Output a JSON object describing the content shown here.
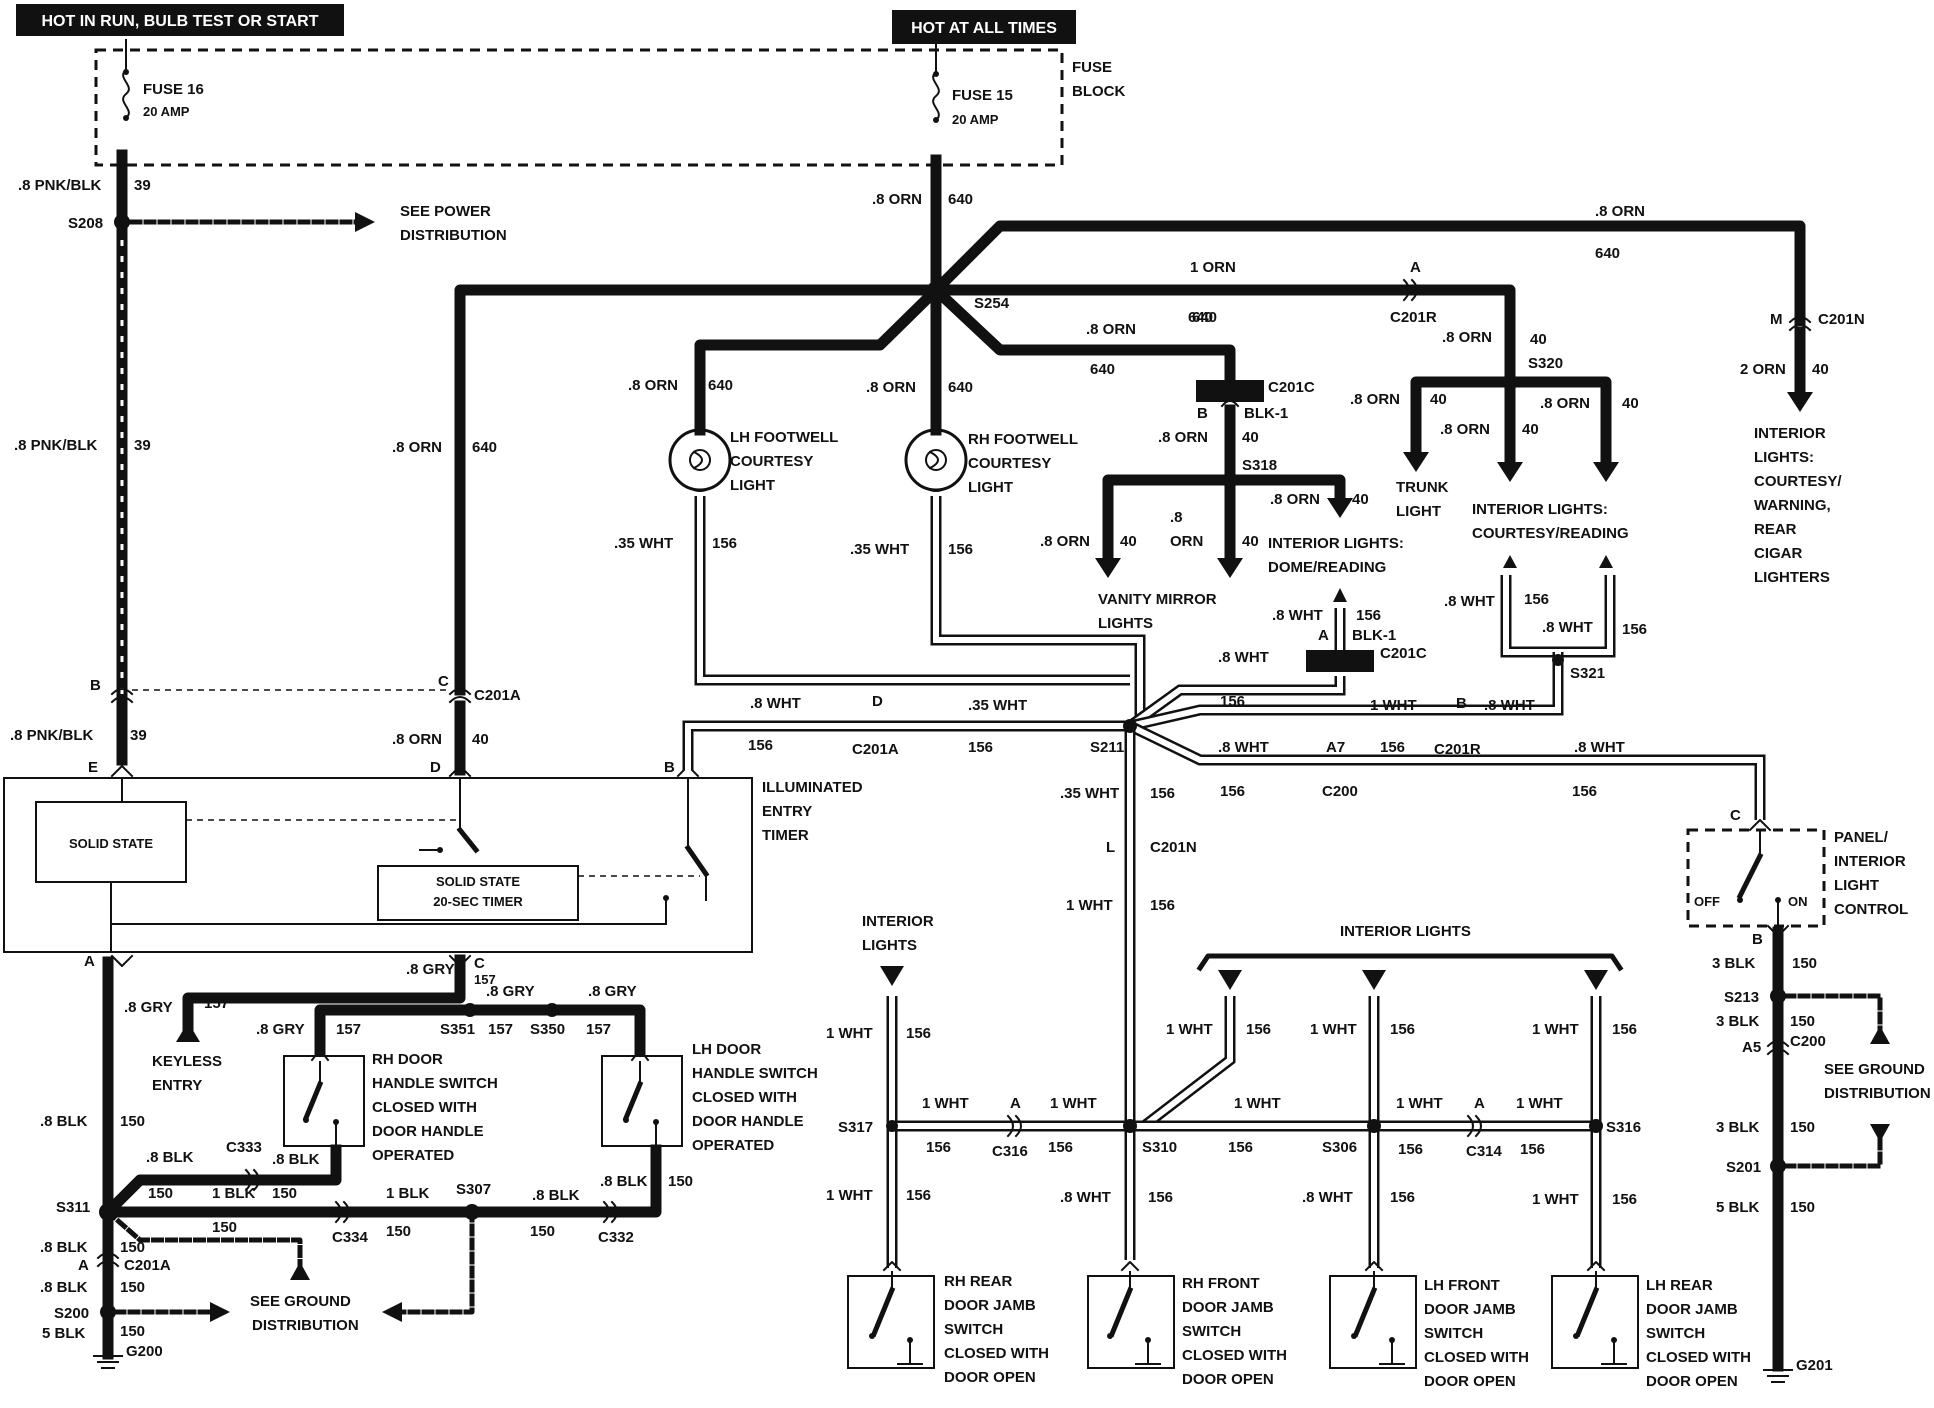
{
  "banners": {
    "left": "HOT IN RUN, BULB TEST OR START",
    "right": "HOT AT ALL TIMES"
  },
  "fuse_block": {
    "label_line1": "FUSE",
    "label_line2": "BLOCK",
    "fuse16_name": "FUSE 16",
    "fuse16_rating": "20 AMP",
    "fuse15_name": "FUSE 15",
    "fuse15_rating": "20 AMP"
  },
  "wires": {
    "pnk_blk": ".8 PNK/BLK",
    "c39": "39",
    "orn_08": ".8 ORN",
    "orn_1": "1 ORN",
    "orn_2": "2 ORN",
    "c640": "640",
    "c40": "40",
    "wht_035": ".35 WHT",
    "wht_08": ".8 WHT",
    "wht_1": "1 WHT",
    "c156": "156",
    "gry_08": ".8 GRY",
    "c157": "157",
    "blk_08": ".8 BLK",
    "blk_1": "1 BLK",
    "blk_3": "3 BLK",
    "blk_5": "5 BLK",
    "c150": "150",
    "orn_stack_a": ".8",
    "orn_stack_b": "ORN",
    "blk1": "BLK-1"
  },
  "splices": {
    "s208": "S208",
    "s254": "S254",
    "s318": "S318",
    "s320": "S320",
    "s211": "S211",
    "s321": "S321",
    "s351": "S351",
    "s350": "S350",
    "s311": "S311",
    "s307": "S307",
    "s200": "S200",
    "s317": "S317",
    "s310": "S310",
    "s306": "S306",
    "s316": "S316",
    "s213": "S213",
    "s201": "S201"
  },
  "connectors": {
    "c201a": "C201A",
    "c201r": "C201R",
    "c201c": "C201C",
    "c201n": "C201N",
    "c200": "C200",
    "c333": "C333",
    "c334": "C334",
    "c332": "C332",
    "c316": "C316",
    "c314": "C314",
    "pin_a": "A",
    "pin_b": "B",
    "pin_c": "C",
    "pin_d": "D",
    "pin_e": "E",
    "pin_l": "L",
    "pin_m": "M",
    "pin_a7": "A7",
    "pin_a5": "A5"
  },
  "grounds": {
    "g200": "G200",
    "g201": "G201"
  },
  "notes": {
    "see_power_1": "SEE POWER",
    "see_power_2": "DISTRIBUTION",
    "see_ground_1": "SEE GROUND",
    "see_ground_2": "DISTRIBUTION"
  },
  "components": {
    "lh_footwell": [
      "LH FOOTWELL",
      "COURTESY",
      "LIGHT"
    ],
    "rh_footwell": [
      "RH FOOTWELL",
      "COURTESY",
      "LIGHT"
    ],
    "trunk": [
      "TRUNK",
      "LIGHT"
    ],
    "interior_courtesy_reading": [
      "INTERIOR LIGHTS:",
      "COURTESY/READING"
    ],
    "interior_dome_reading": [
      "INTERIOR LIGHTS:",
      "DOME/READING"
    ],
    "vanity": [
      "VANITY MIRROR",
      "LIGHTS"
    ],
    "interior_warning": [
      "INTERIOR",
      "LIGHTS:",
      "COURTESY/",
      "WARNING,",
      "REAR",
      "CIGAR",
      "LIGHTERS"
    ],
    "illuminated_entry": [
      "ILLUMINATED",
      "ENTRY",
      "TIMER"
    ],
    "solid_state": "SOLID STATE",
    "solid_state_timer_1": "SOLID STATE",
    "solid_state_timer_2": "20-SEC TIMER",
    "keyless": [
      "KEYLESS",
      "ENTRY"
    ],
    "rh_door_handle": [
      "RH DOOR",
      "HANDLE SWITCH",
      "CLOSED WITH",
      "DOOR HANDLE",
      "OPERATED"
    ],
    "lh_door_handle": [
      "LH DOOR",
      "HANDLE SWITCH",
      "CLOSED WITH",
      "DOOR HANDLE",
      "OPERATED"
    ],
    "panel_control": [
      "PANEL/",
      "INTERIOR",
      "LIGHT",
      "CONTROL"
    ],
    "panel_off": "OFF",
    "panel_on": "ON",
    "interior_lights_single": [
      "INTERIOR",
      "LIGHTS"
    ],
    "interior_lights_group": "INTERIOR LIGHTS",
    "rh_rear_jamb": [
      "RH REAR",
      "DOOR JAMB",
      "SWITCH",
      "CLOSED WITH",
      "DOOR OPEN"
    ],
    "rh_front_jamb": [
      "RH FRONT",
      "DOOR JAMB",
      "SWITCH",
      "CLOSED WITH",
      "DOOR OPEN"
    ],
    "lh_front_jamb": [
      "LH FRONT",
      "DOOR JAMB",
      "SWITCH",
      "CLOSED WITH",
      "DOOR OPEN"
    ],
    "lh_rear_jamb": [
      "LH REAR",
      "DOOR JAMB",
      "SWITCH",
      "CLOSED WITH",
      "DOOR OPEN"
    ]
  }
}
